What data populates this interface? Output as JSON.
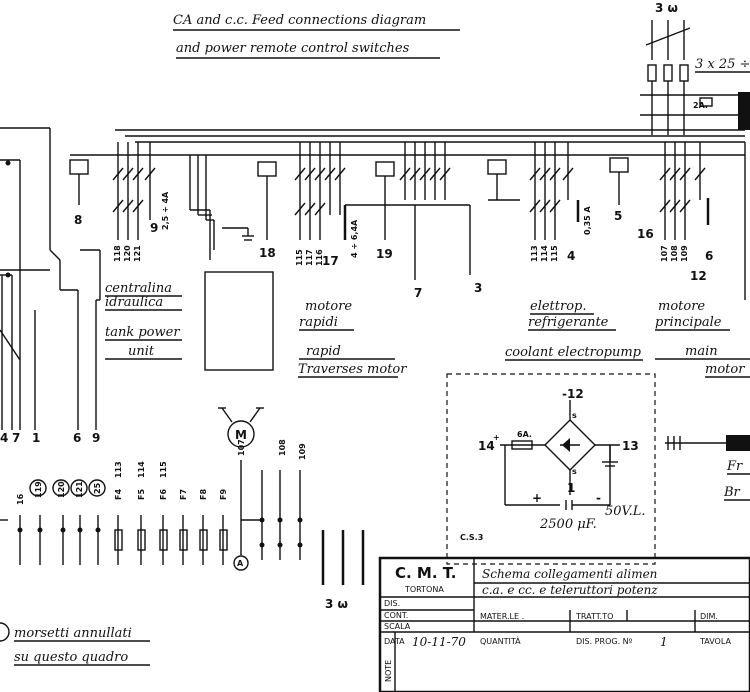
{
  "title": {
    "line1": "CA and c.c. Feed connections diagram",
    "line2": "and power remote control switches"
  },
  "supply": {
    "phase_label": "3 ω",
    "cable_label": "3 x 25 ÷",
    "fuse_label": "2A."
  },
  "node_numbers": {
    "n8": "8",
    "n9": "9",
    "n18": "18",
    "n17": "17",
    "n19": "19",
    "n7": "7",
    "n3": "3",
    "n4": "4",
    "n5": "5",
    "n16": "16",
    "n6": "6",
    "n12": "12"
  },
  "fuse_ratings": {
    "f1": "2,5 ÷ 4A",
    "f2": "4 ÷ 6,4A",
    "f3": "0,35 A"
  },
  "wire_numbers": {
    "group1": [
      "118",
      "120",
      "121"
    ],
    "group2": [
      "115",
      "117",
      "116"
    ],
    "group3": [
      "113",
      "114",
      "115"
    ],
    "group4": [
      "107",
      "108",
      "109"
    ]
  },
  "sections": {
    "hydraulic": {
      "italian": "centralina idraulica",
      "line1": "centralina",
      "line2": "idraulica",
      "english1": "tank power",
      "english2": "unit"
    },
    "rapid": {
      "italian1": "motore",
      "italian2": "rapidi",
      "english1": "rapid",
      "english2": "Traverses motor"
    },
    "coolant": {
      "italian1": "elettrop.",
      "italian2": "refrigerante",
      "english": "coolant electropump"
    },
    "main": {
      "italian1": "motore",
      "italian2": "principale",
      "english1": "main",
      "english2": "motor"
    }
  },
  "left_numbers": [
    "4",
    "7",
    "1",
    "6",
    "9"
  ],
  "terminals": {
    "labels_top": [
      "16",
      "119",
      "120",
      "121",
      "25",
      "F4",
      "113",
      "F5",
      "114",
      "F6",
      "115",
      "F7",
      "F8",
      "F9",
      "107",
      "108",
      "109"
    ],
    "circled": [
      "119",
      "120",
      "121",
      "25"
    ],
    "ammeter": "A",
    "phase": "3 ω"
  },
  "motor_symbol": "M",
  "rectifier": {
    "minus": "-12",
    "plus": "14",
    "fuse": "6A.",
    "out": "13",
    "s_top": "s",
    "s_bottom": "s",
    "s_left": "+",
    "cap_minus": "-",
    "cap_plus": "+",
    "voltage": "50V.L.",
    "capacitance": "2500 μF.",
    "cs": "C.S.3",
    "one": "1"
  },
  "brake": {
    "fr": "Fr",
    "br": "Br"
  },
  "legend": {
    "circle_text": "morsetti annullati",
    "line2": "su questo quadro"
  },
  "title_block": {
    "company": "C. M. T.",
    "city": "TORTONA",
    "desc1": "Schema collegamenti alimen",
    "desc2": "c.a. e cc. e teleruttori potenz",
    "dis": "DIS.",
    "cont": "CONT.",
    "scala": "SCALA",
    "data": "DATA",
    "date_val": "10-11-70",
    "mater": "MATER.LE .",
    "tratt": "TRATT.TO",
    "dim": "DIM.",
    "quantita": "QUANTITÀ",
    "dis_prog": "DIS. PROG. Nº",
    "dis_prog_val": "1",
    "tavola": "TAVOLA",
    "note": "NOTE"
  }
}
